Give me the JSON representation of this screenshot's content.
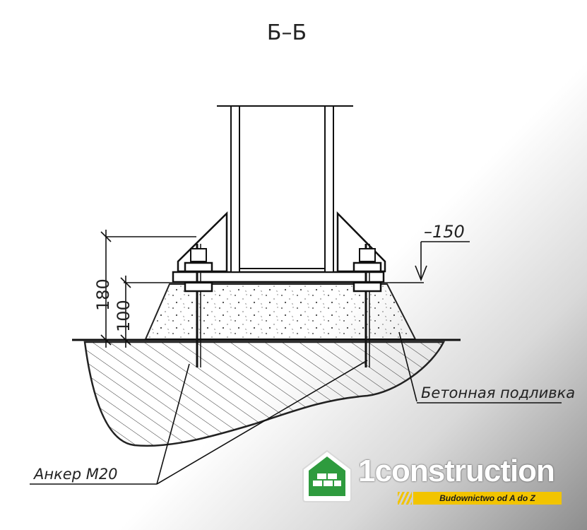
{
  "drawing": {
    "section_title": "Б–Б",
    "plate_mark": "–150",
    "dim_upper": "180",
    "dim_lower": "100",
    "label_grout": "Бетонная подливка",
    "label_anchor": "Анкер М20"
  },
  "logo": {
    "name": "1construction",
    "tagline": "Budownictwo od A do Z",
    "brand_green": "#2e9b3e",
    "brand_yellow": "#f2c400"
  }
}
